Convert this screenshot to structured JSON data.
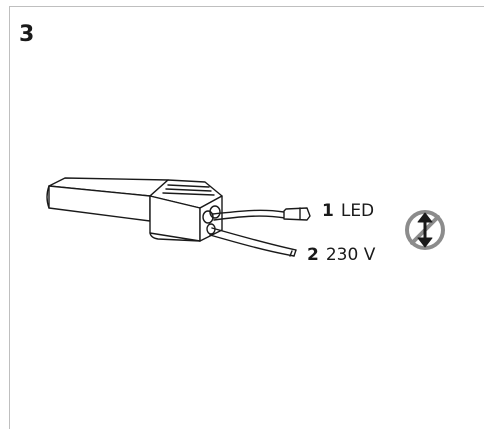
{
  "step": {
    "number": "3"
  },
  "labels": [
    {
      "number": "1",
      "text": "LED"
    },
    {
      "number": "2",
      "text": "230 V"
    }
  ],
  "icons": {
    "driver": "led-driver-icon",
    "prohibited": "no-vertical-orientation-icon"
  },
  "colors": {
    "line": "#1a1a1a",
    "frame": "#bfbfbf",
    "sign": "#8c8c8c"
  }
}
